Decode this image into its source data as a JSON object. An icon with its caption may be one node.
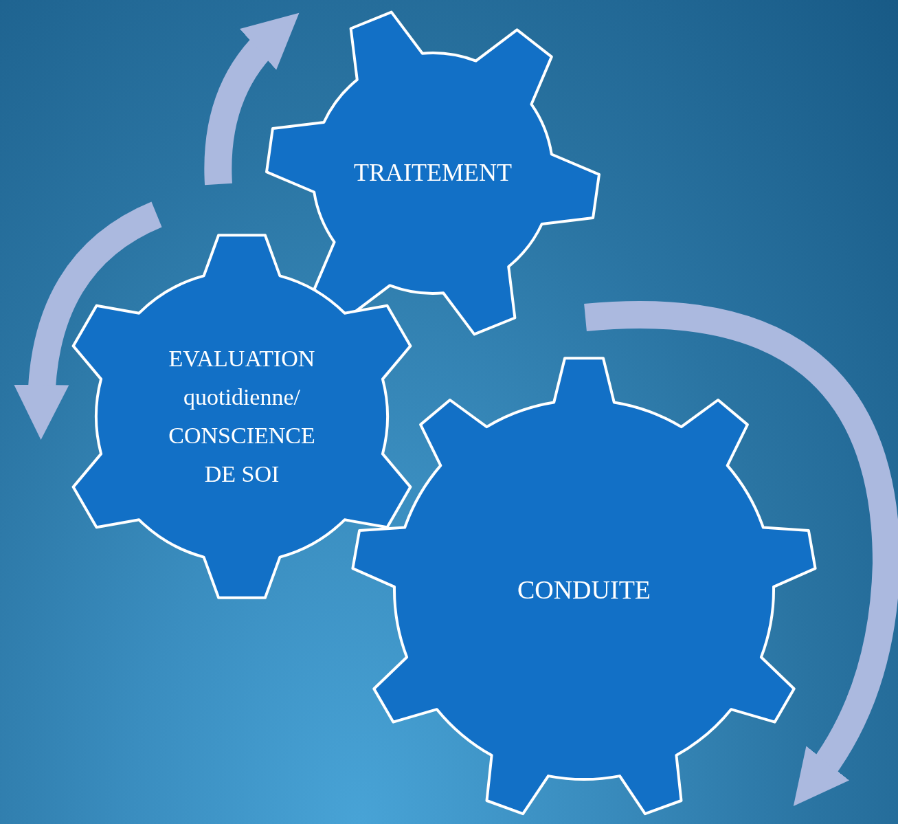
{
  "diagram": {
    "nodes": [
      {
        "text": [
          "TRAITEMENT"
        ]
      },
      {
        "text": [
          "EVALUATION quotidienne/ CONSCIENCE DE SOI"
        ]
      },
      {
        "text": [
          "CONDUITE"
        ]
      }
    ]
  }
}
